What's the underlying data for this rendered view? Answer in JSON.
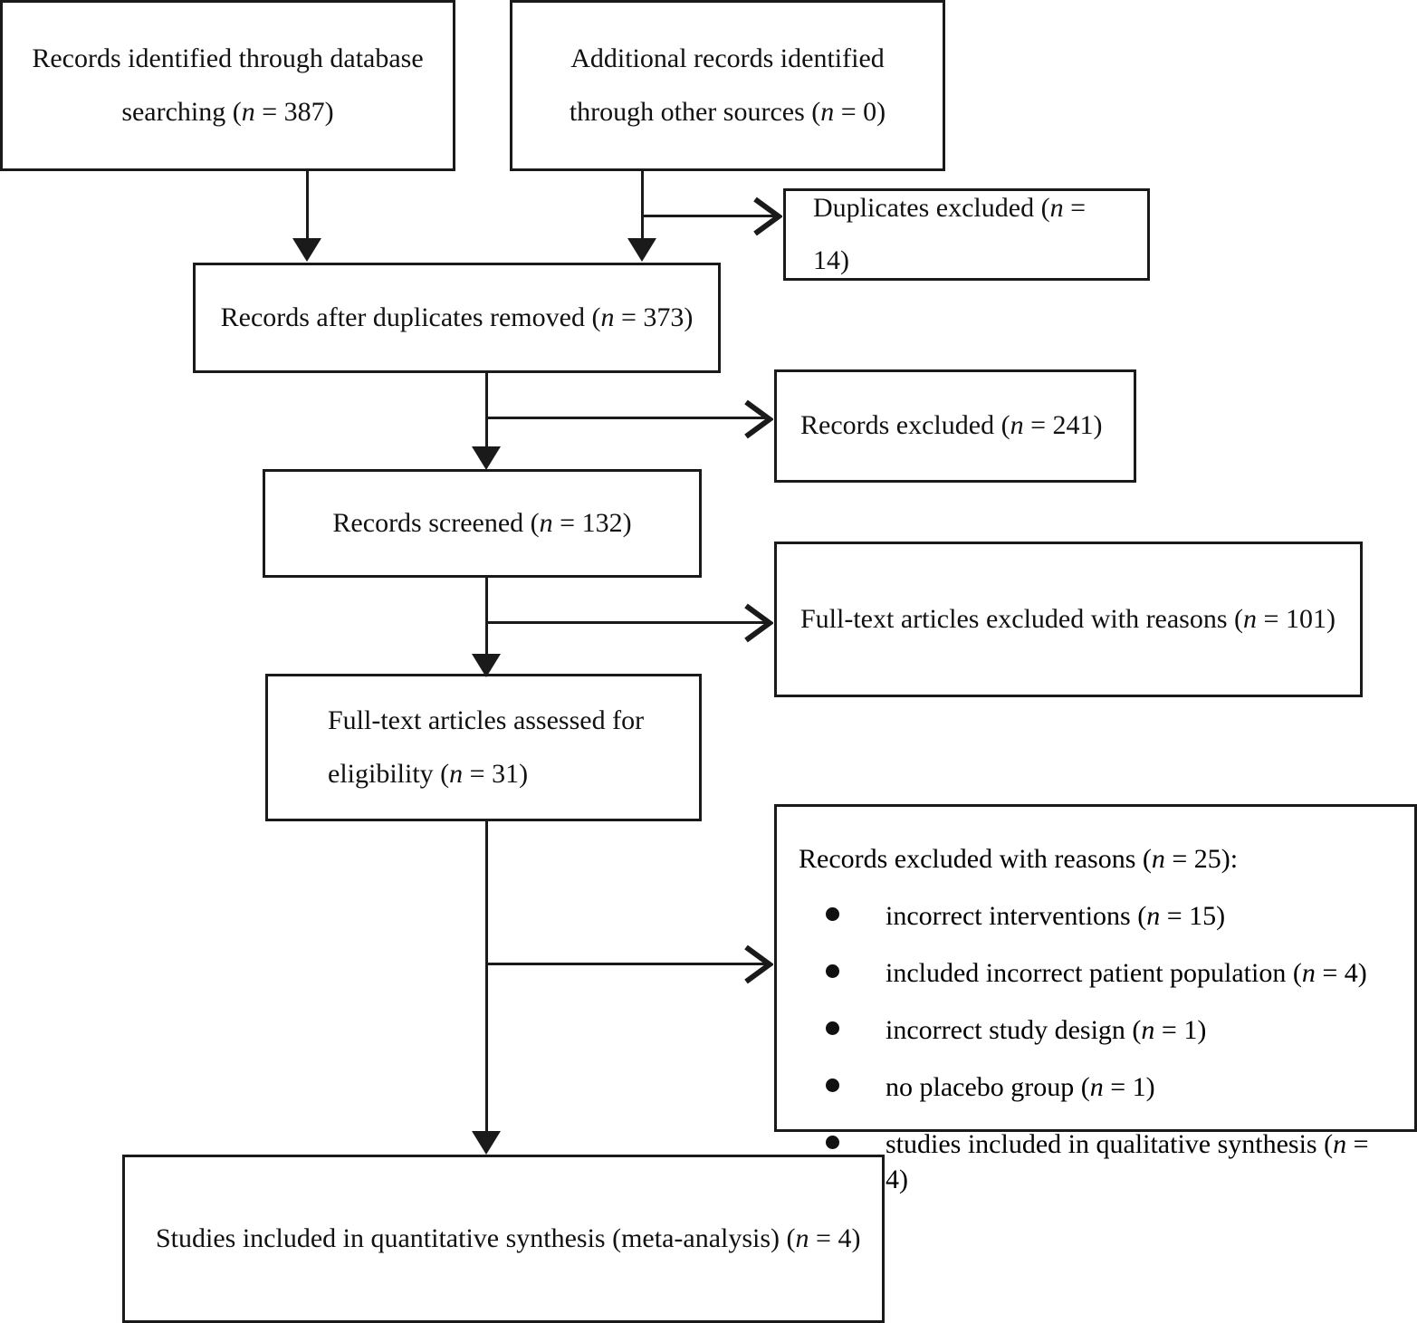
{
  "diagram": {
    "type": "prisma-flow-diagram",
    "title": "PRISMA study selection flow diagram",
    "line_color": "#1a1a1a",
    "text_color": "#111111",
    "background": "#ffffff"
  },
  "boxes": {
    "database_search": {
      "id": "records-identified-database",
      "line1": "Records identified through database",
      "line2_pre": "searching (",
      "line2_var": "n",
      "line2_post": " = 387)",
      "n_label": "n",
      "count": 387
    },
    "other_sources": {
      "id": "records-identified-other-sources",
      "line1": "Additional records identified",
      "line2_pre": "through other sources (",
      "line2_var": "n",
      "line2_post": " = 0)",
      "n_label": "n",
      "count": 0
    },
    "duplicates_excluded": {
      "id": "duplicates-excluded",
      "pre": "Duplicates excluded (",
      "var": "n",
      "post": " = 14)",
      "count": 14
    },
    "after_duplicates": {
      "id": "records-after-duplicates-removed",
      "pre": "Records after duplicates removed (",
      "var": "n",
      "post": " = 373)",
      "count": 373
    },
    "records_excluded": {
      "id": "records-excluded",
      "pre": "Records excluded (",
      "var": "n",
      "post": " = 241)",
      "count": 241
    },
    "records_screened": {
      "id": "records-screened",
      "pre": "Records screened (",
      "var": "n",
      "post": " = 132)",
      "count": 132
    },
    "fulltext_excluded": {
      "id": "full-text-articles-excluded",
      "pre": "Full-text articles excluded with reasons (",
      "var": "n",
      "post": " = 101)",
      "count": 101
    },
    "fulltext_assessed": {
      "id": "full-text-articles-assessed",
      "line1": "Full-text articles assessed for",
      "line2_pre": "eligibility (",
      "line2_var": "n",
      "line2_post": " = 31)",
      "count": 31
    },
    "excluded_with_reasons": {
      "id": "records-excluded-with-reasons",
      "heading_pre": "Records excluded with reasons (",
      "heading_var": "n",
      "heading_post": " = 25):",
      "count": 25,
      "items": [
        {
          "pre": "incorrect interventions (",
          "var": "n",
          "post": " = 15)",
          "count": 15
        },
        {
          "pre": "included incorrect patient population (",
          "var": "n",
          "post": " = 4)",
          "count": 4
        },
        {
          "pre": "incorrect study design (",
          "var": "n",
          "post": " = 1)",
          "count": 1
        },
        {
          "pre": "no placebo group (",
          "var": "n",
          "post": " = 1)",
          "count": 1
        },
        {
          "pre": "studies included in qualitative synthesis (",
          "var": "n",
          "post": " = 4)",
          "count": 4
        }
      ]
    },
    "included_studies": {
      "id": "studies-included-quantitative-synthesis",
      "pre": "Studies included in quantitative synthesis (meta-analysis) (",
      "var": "n",
      "post": " = 4)",
      "count": 4
    }
  }
}
